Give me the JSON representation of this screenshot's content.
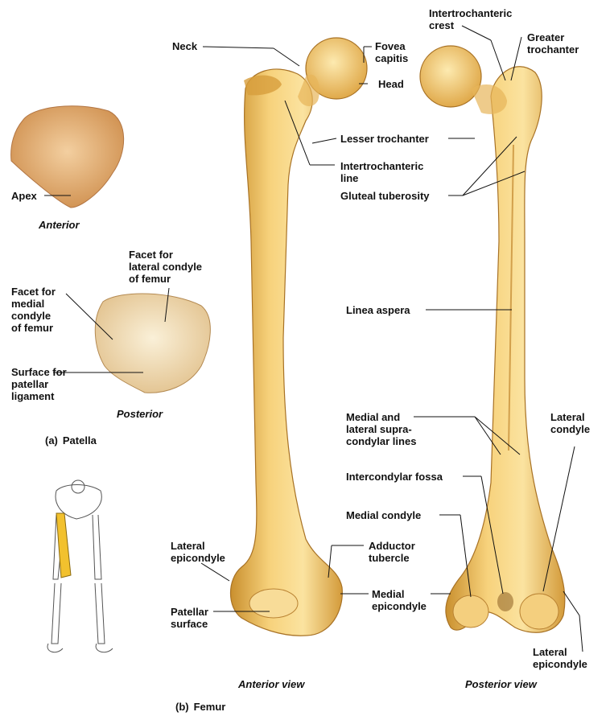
{
  "colors": {
    "bone": "#f0c060",
    "bone_light": "#fbe39a",
    "bone_dark": "#b9822a",
    "patella": "#e9b57a",
    "highlight_leg": "#f2c12e"
  },
  "patella": {
    "caption_letter": "(a)",
    "caption": "Patella",
    "anterior_view": "Anterior",
    "posterior_view": "Posterior",
    "labels": {
      "apex": "Apex",
      "facet_lateral": "Facet for\nlateral condyle\nof femur",
      "facet_medial": "Facet for\nmedial\ncondyle\nof femur",
      "surface_patellar": "Surface for\npatellar\nligament"
    }
  },
  "femur": {
    "caption_letter": "(b)",
    "caption": "Femur",
    "anterior_view": "Anterior view",
    "posterior_view": "Posterior view",
    "labels": {
      "neck": "Neck",
      "fovea_capitis": "Fovea\ncapitis",
      "head": "Head",
      "intertrochanteric_crest": "Intertrochanteric\ncrest",
      "greater_trochanter": "Greater\ntrochanter",
      "lesser_trochanter": "Lesser trochanter",
      "intertrochanteric_line": "Intertrochanteric\nline",
      "gluteal_tuberosity": "Gluteal tuberosity",
      "linea_aspera": "Linea aspera",
      "supracondylar_lines": "Medial and\nlateral supra-\ncondylar lines",
      "lateral_condyle": "Lateral\ncondyle",
      "intercondylar_fossa": "Intercondylar fossa",
      "medial_condyle": "Medial condyle",
      "adductor_tubercle": "Adductor\ntubercle",
      "medial_epicondyle": "Medial\nepicondyle",
      "lateral_epicondyle_ant": "Lateral\nepicondyle",
      "patellar_surface": "Patellar\nsurface",
      "lateral_epicondyle_post": "Lateral\nepicondyle"
    }
  }
}
